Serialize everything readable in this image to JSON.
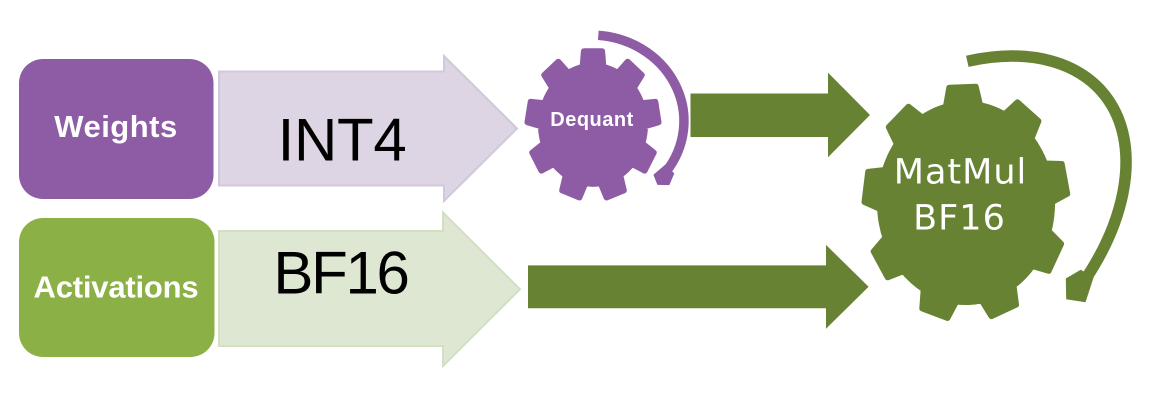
{
  "diagram": {
    "background": "#ffffff",
    "colors": {
      "purple": "#8e5ba5",
      "green": "#8bb046",
      "olive": "#688233",
      "lavender_fill": "#ddd5e3",
      "lavender_edge": "#d2c7db",
      "light_green_fill": "#dee7d2",
      "light_green_edge": "#d2dfc2",
      "label_on_shape": "#ffffff",
      "arrow_text": "#000000"
    },
    "nodes": {
      "weights": {
        "label": "Weights"
      },
      "activations": {
        "label": "Activations"
      },
      "int4": {
        "label": "INT4"
      },
      "bf16": {
        "label": "BF16"
      },
      "dequant": {
        "label": "Dequant"
      },
      "matmul": {
        "label_line1": "MatMul",
        "label_line2": "BF16"
      }
    }
  }
}
